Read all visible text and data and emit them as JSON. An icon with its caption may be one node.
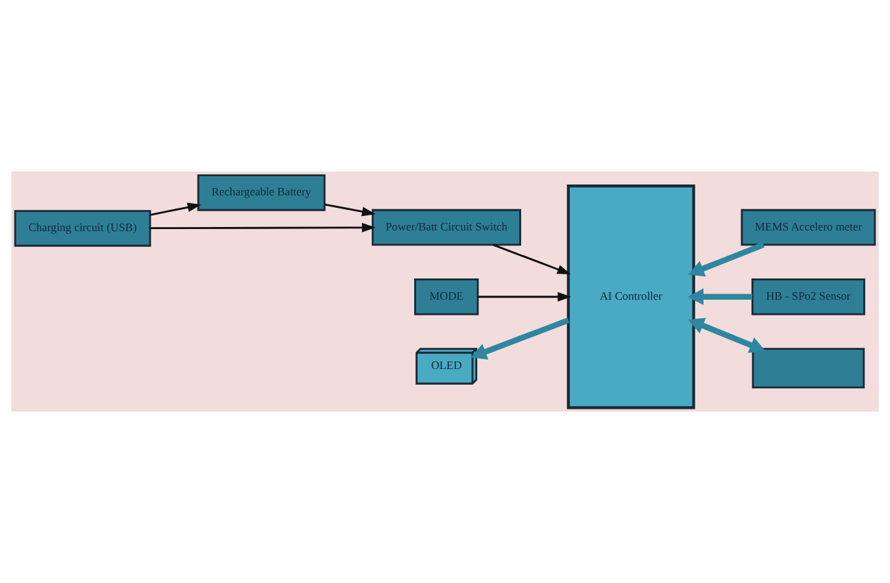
{
  "diagram": {
    "nodes": [
      {
        "text": [
          "Charging circuit (USB)"
        ]
      },
      {
        "text": [
          "Rechargeable Battery"
        ]
      },
      {
        "text": [
          "Power/Batt Circuit Switch"
        ]
      },
      {
        "text": [
          "MODE"
        ]
      },
      {
        "text": [
          "OLED"
        ]
      },
      {
        "text": [
          "AI Controller"
        ]
      },
      {
        "text": [
          "MEMS Accelero meter"
        ]
      },
      {
        "text": [
          "HB - SPo2 Sensor"
        ]
      },
      {
        "text": [],
        "shape": "box"
      }
    ],
    "edges": [
      {
        "from": 0,
        "to": 1,
        "arrow": "to"
      },
      {
        "from": 0,
        "to": 2,
        "arrow": "to"
      },
      {
        "from": 1,
        "to": 2,
        "arrow": "to"
      },
      {
        "from": 2,
        "to": 5,
        "arrow": "to"
      },
      {
        "from": 3,
        "to": 5,
        "arrow": "to"
      },
      {
        "from": 5,
        "to": 4,
        "arrow": "to",
        "style": "thick",
        "color": "#2e86a0"
      },
      {
        "from": 6,
        "to": 5,
        "arrow": "to",
        "style": "thick",
        "color": "#2e86a0"
      },
      {
        "from": 7,
        "to": 5,
        "arrow": "to",
        "style": "thick",
        "color": "#2e86a0"
      },
      {
        "from": 5,
        "to": 8,
        "arrow": "both",
        "style": "thick",
        "color": "#2e86a0"
      }
    ]
  }
}
